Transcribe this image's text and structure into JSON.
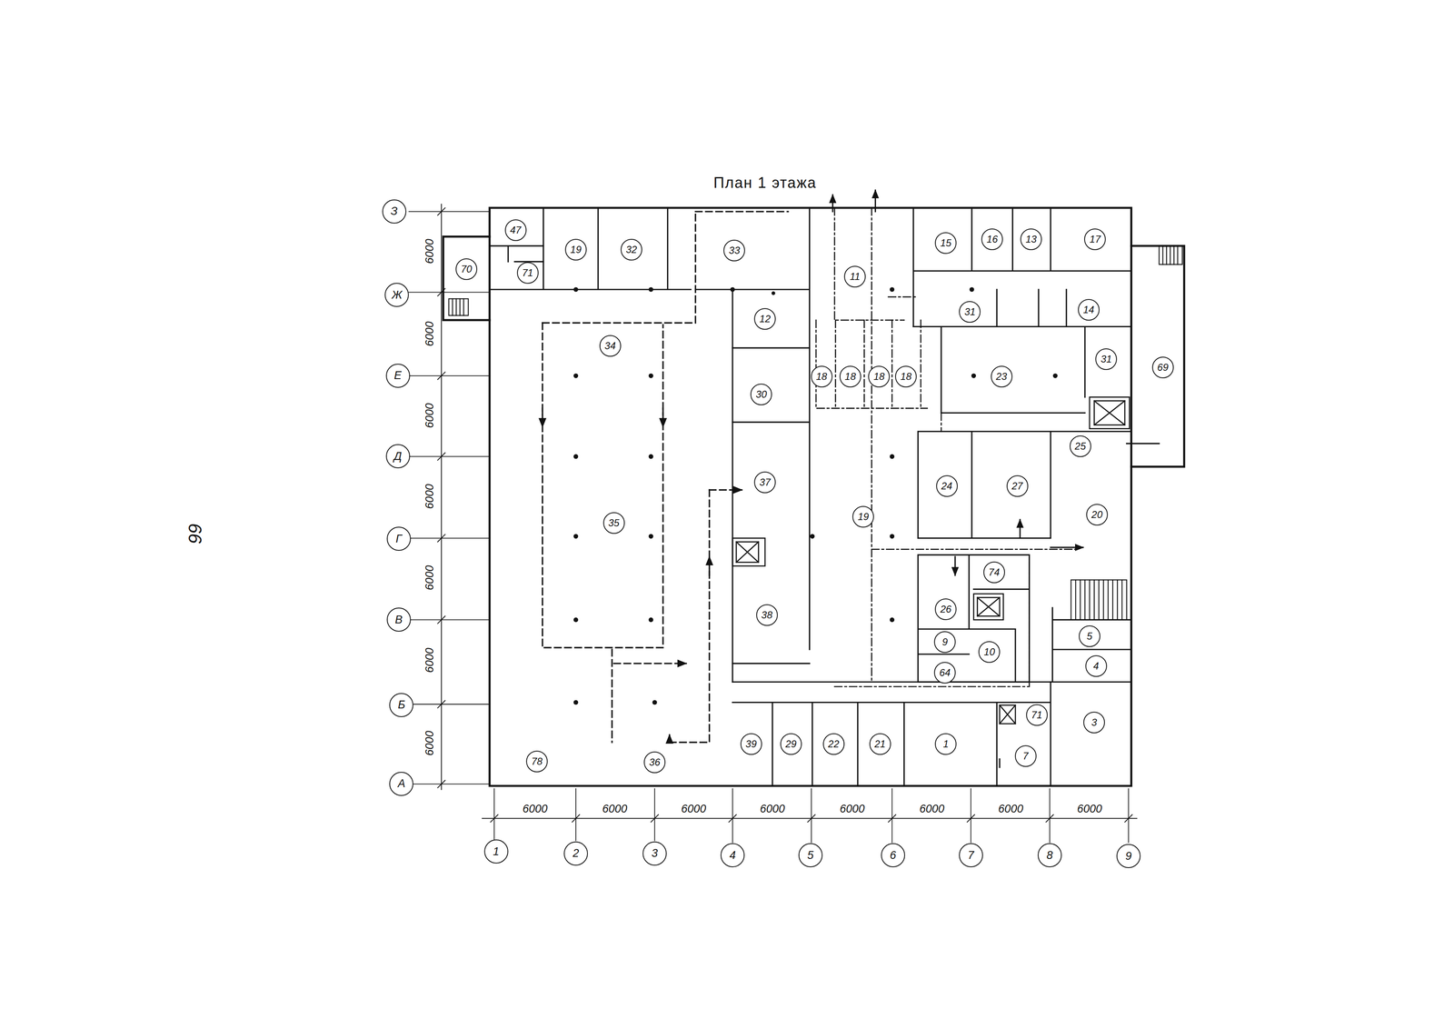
{
  "diagram": {
    "title": "План 1 этажа",
    "nodes": [
      {
        "text": [
          "З"
        ]
      },
      {
        "text": [
          "Ж"
        ]
      },
      {
        "text": [
          "Е"
        ]
      },
      {
        "text": [
          "Д"
        ]
      },
      {
        "text": [
          "Г"
        ]
      },
      {
        "text": [
          "В"
        ]
      },
      {
        "text": [
          "Б"
        ]
      },
      {
        "text": [
          "А"
        ]
      },
      {
        "text": [
          "47"
        ]
      },
      {
        "text": [
          "15"
        ]
      },
      {
        "text": [
          "16"
        ]
      },
      {
        "text": [
          "13"
        ]
      },
      {
        "text": [
          "17"
        ]
      },
      {
        "text": [
          "19"
        ]
      },
      {
        "text": [
          "32"
        ]
      },
      {
        "text": [
          "33"
        ]
      },
      {
        "text": [
          "70"
        ]
      },
      {
        "text": [
          "71"
        ]
      },
      {
        "text": [
          "11"
        ]
      },
      {
        "text": [
          "31"
        ]
      },
      {
        "text": [
          "14"
        ]
      },
      {
        "text": [
          "12"
        ]
      },
      {
        "text": [
          "34"
        ]
      },
      {
        "text": [
          "31"
        ]
      },
      {
        "text": [
          "69"
        ]
      },
      {
        "text": [
          "18"
        ]
      },
      {
        "text": [
          "18"
        ]
      },
      {
        "text": [
          "18"
        ]
      },
      {
        "text": [
          "18"
        ]
      },
      {
        "text": [
          "23"
        ]
      },
      {
        "text": [
          "30"
        ]
      },
      {
        "text": [
          "25"
        ]
      },
      {
        "text": [
          "37"
        ]
      },
      {
        "text": [
          "24"
        ]
      },
      {
        "text": [
          "27"
        ]
      },
      {
        "text": [
          "20"
        ]
      },
      {
        "text": [
          "19"
        ]
      },
      {
        "text": [
          "35"
        ]
      },
      {
        "text": [
          "74"
        ]
      },
      {
        "text": [
          "26"
        ]
      },
      {
        "text": [
          "38"
        ]
      },
      {
        "text": [
          "5"
        ]
      },
      {
        "text": [
          "9"
        ]
      },
      {
        "text": [
          "10"
        ]
      },
      {
        "text": [
          "4"
        ]
      },
      {
        "text": [
          "64"
        ]
      },
      {
        "text": [
          "71"
        ]
      },
      {
        "text": [
          "3"
        ]
      },
      {
        "text": [
          "39"
        ]
      },
      {
        "text": [
          "29"
        ]
      },
      {
        "text": [
          "22"
        ]
      },
      {
        "text": [
          "21"
        ]
      },
      {
        "text": [
          "1"
        ]
      },
      {
        "text": [
          "7"
        ]
      },
      {
        "text": [
          "78"
        ]
      },
      {
        "text": [
          "36"
        ]
      },
      {
        "text": [
          "1"
        ]
      },
      {
        "text": [
          "2"
        ]
      },
      {
        "text": [
          "3"
        ]
      },
      {
        "text": [
          "4"
        ]
      },
      {
        "text": [
          "5"
        ]
      },
      {
        "text": [
          "6"
        ]
      },
      {
        "text": [
          "7"
        ]
      },
      {
        "text": [
          "8"
        ]
      },
      {
        "text": [
          "9"
        ]
      }
    ],
    "labels": [
      "66",
      "6000",
      "6000",
      "6000",
      "6000",
      "6000",
      "6000",
      "6000",
      "6000",
      "6000",
      "6000",
      "6000",
      "6000",
      "6000",
      "6000",
      "6000"
    ]
  }
}
